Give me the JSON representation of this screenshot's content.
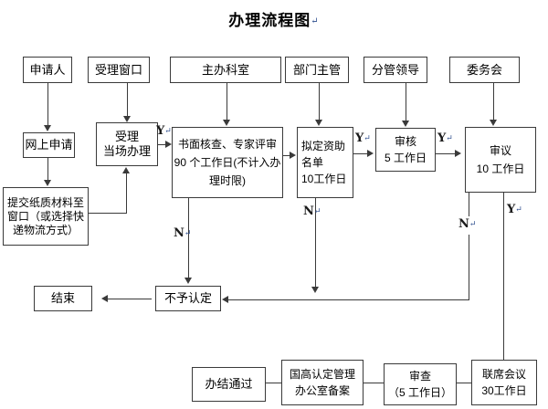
{
  "diagram": {
    "title": "办理流程图",
    "title_mark": "↵",
    "lane_headers": [
      {
        "id": "applicant",
        "label": "申请人",
        "mark": "↵"
      },
      {
        "id": "acceptance-window",
        "label": "受理窗口",
        "mark": "↵"
      },
      {
        "id": "host-department",
        "label": "主办科室",
        "mark": "↵"
      },
      {
        "id": "division-manager",
        "label": "部门主管",
        "mark": "↵"
      },
      {
        "id": "supervising-leader",
        "label": "分管领导",
        "mark": "↵"
      },
      {
        "id": "committee-meeting",
        "label": "委务会",
        "mark": ""
      }
    ],
    "nodes": [
      {
        "id": "online-application",
        "lines": [
          "网上申请"
        ],
        "mark": "↵"
      },
      {
        "id": "submit-paper-materials",
        "lines": [
          "提交纸质材料至",
          "窗口（或选择快",
          "递物流方式）"
        ],
        "mark": ""
      },
      {
        "id": "accept-on-site",
        "lines": [
          "受理",
          "当场办理"
        ],
        "mark": ""
      },
      {
        "id": "document-review-expert-evaluation",
        "lines": [
          "书面核查、专家评审",
          "90 个工作日(不计入办",
          "理时限)"
        ],
        "mark": "↵"
      },
      {
        "id": "draft-funding-list",
        "lines": [
          "拟定资助",
          "名单",
          "10工作日"
        ],
        "mark": ""
      },
      {
        "id": "verification",
        "lines": [
          "审核",
          "5 工作日"
        ],
        "mark": "↵"
      },
      {
        "id": "deliberation",
        "lines": [
          "审议",
          "10 工作日"
        ],
        "mark": ""
      },
      {
        "id": "not-recognized",
        "lines": [
          "不予认定"
        ],
        "mark": "↵"
      },
      {
        "id": "end",
        "lines": [
          "结束"
        ],
        "mark": ""
      },
      {
        "id": "completed-approved",
        "lines": [
          "办结通过"
        ],
        "mark": ""
      },
      {
        "id": "national-high-tech-office-filing",
        "lines": [
          "国高认定管理",
          "办公室备案"
        ],
        "mark": "↵"
      },
      {
        "id": "examination",
        "lines": [
          "审查",
          "（5 工作日）"
        ],
        "mark": ""
      },
      {
        "id": "joint-conference",
        "lines": [
          "联席会议",
          "30工作日"
        ],
        "mark": ""
      }
    ],
    "edge_labels": [
      {
        "id": "yes-accept-to-review",
        "text": "Y",
        "mark": "↵"
      },
      {
        "id": "yes-draft-to-verify",
        "text": "Y",
        "mark": "↵"
      },
      {
        "id": "yes-verify-to-deliberate",
        "text": "Y",
        "mark": "↵"
      },
      {
        "id": "no-review-reject",
        "text": "N",
        "mark": "↵"
      },
      {
        "id": "no-draft-reject",
        "text": "N",
        "mark": "↵"
      },
      {
        "id": "no-deliberate-reject",
        "text": "N",
        "mark": "↵"
      },
      {
        "id": "yes-deliberate-to-joint",
        "text": "Y",
        "mark": "↵"
      }
    ],
    "colors": {
      "line": "#3a3a3a",
      "text": "#000000",
      "mark": "#2f4f8f",
      "background": "#ffffff"
    }
  }
}
